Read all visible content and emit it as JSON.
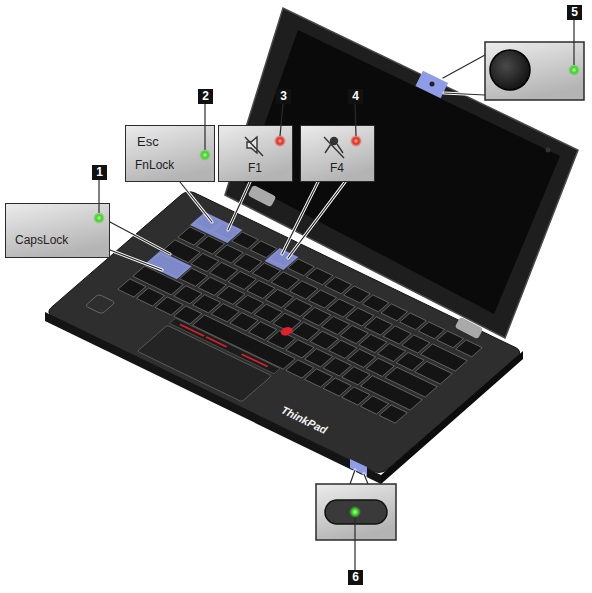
{
  "diagram": {
    "nodes": [
      {
        "text": [
          "CapsLock"
        ]
      },
      {
        "text": [
          "Esc",
          "FnLock"
        ]
      },
      {
        "text": [
          "F1"
        ]
      },
      {
        "text": [
          "F4"
        ]
      }
    ],
    "labels": [
      "1",
      "2",
      "3",
      "4",
      "5",
      "6",
      "ThinkPad"
    ]
  }
}
